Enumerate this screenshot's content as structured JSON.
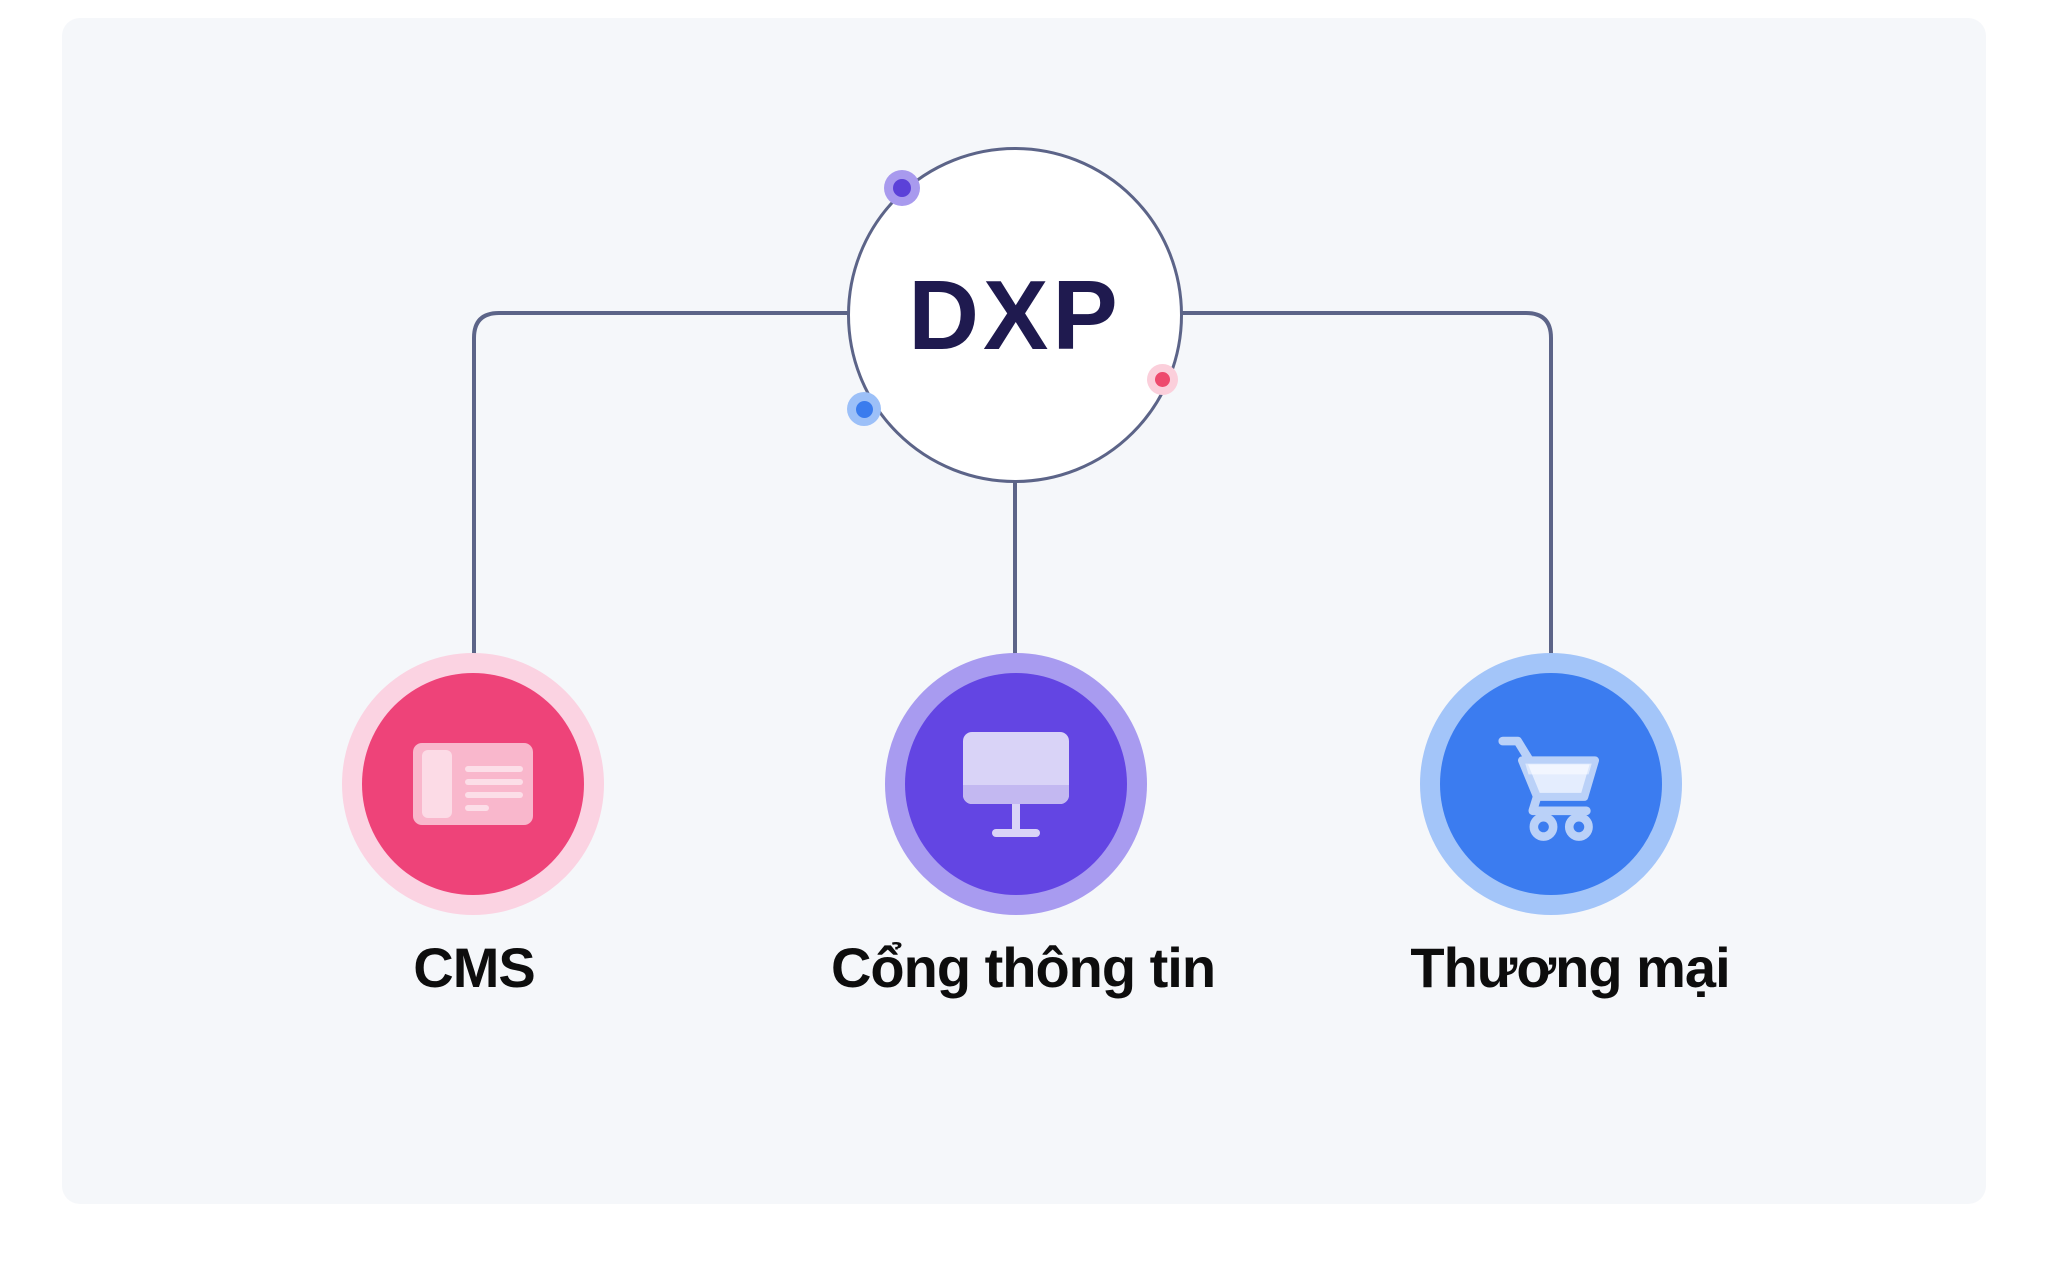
{
  "diagram": {
    "root": {
      "label": "DXP"
    },
    "children": [
      {
        "id": "cms",
        "label": "CMS",
        "icon": "article-card-icon"
      },
      {
        "id": "portal",
        "label": "Cổng thông tin",
        "icon": "monitor-icon"
      },
      {
        "id": "commerce",
        "label": "Thương mại",
        "icon": "shopping-cart-icon"
      }
    ]
  },
  "colors": {
    "canvas_bg": "#f5f7fa",
    "connector": "#5c6488",
    "dxp_text": "#1f1a4f",
    "cms_inner": "#ee4379",
    "cms_ring": "#fbd3e2",
    "portal_inner": "#6345e3",
    "portal_ring": "#a89bf0",
    "commerce_inner": "#3b7cf0",
    "commerce_ring": "#a3c5f9",
    "dot_purple": "#5b41d8",
    "dot_purple_ring": "#a89aee",
    "dot_blue": "#3a7cee",
    "dot_blue_ring": "#9cc0f8",
    "dot_pink": "#ee4a6e",
    "dot_pink_ring": "#fbcfdb"
  }
}
